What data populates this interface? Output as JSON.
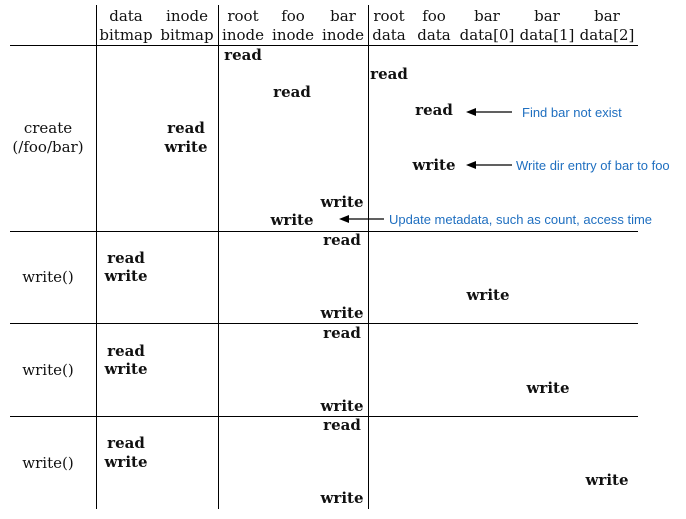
{
  "headers": [
    {
      "text": "data\nbitmap"
    },
    {
      "text": "inode\nbitmap"
    },
    {
      "text": "root\ninode"
    },
    {
      "text": "foo\ninode"
    },
    {
      "text": "bar\ninode"
    },
    {
      "text": "root\ndata"
    },
    {
      "text": "foo\ndata"
    },
    {
      "text": "bar\ndata[0]"
    },
    {
      "text": "bar\ndata[1]"
    },
    {
      "text": "bar\ndata[2]"
    }
  ],
  "rows": [
    {
      "label": "create\n(/foo/bar)"
    },
    {
      "label": "write()"
    },
    {
      "label": "write()"
    },
    {
      "label": "write()"
    }
  ],
  "ops": [
    {
      "text": "read"
    },
    {
      "text": "read"
    },
    {
      "text": "read"
    },
    {
      "text": "read"
    },
    {
      "text": "read"
    },
    {
      "text": "write"
    },
    {
      "text": "write"
    },
    {
      "text": "write"
    },
    {
      "text": "write"
    },
    {
      "text": "read"
    },
    {
      "text": "read"
    },
    {
      "text": "write"
    },
    {
      "text": "write"
    },
    {
      "text": "write"
    },
    {
      "text": "read"
    },
    {
      "text": "read"
    },
    {
      "text": "write"
    },
    {
      "text": "write"
    },
    {
      "text": "write"
    },
    {
      "text": "read"
    },
    {
      "text": "read"
    },
    {
      "text": "write"
    },
    {
      "text": "write"
    },
    {
      "text": "write"
    }
  ],
  "notes": [
    {
      "text": "Find bar not exist"
    },
    {
      "text": "Write dir entry of bar to foo"
    },
    {
      "text": "Update metadata, such as count, access time"
    }
  ],
  "colors": {
    "note": "#1f6fc0",
    "text": "#111111",
    "lines": "#000000"
  }
}
